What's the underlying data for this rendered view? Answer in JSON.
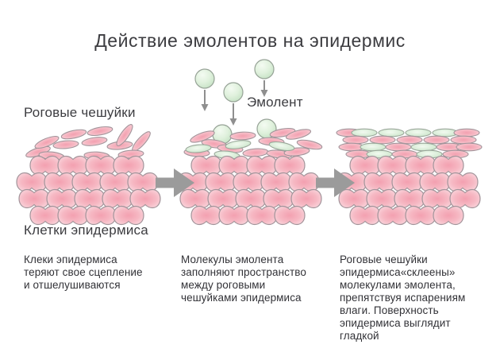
{
  "title": "Действие эмолентов на эпидермис",
  "labels": {
    "horny_scales": "Роговые чешуйки",
    "emollient": "Эмолент",
    "epidermis_cells": "Клетки эпидермиса"
  },
  "captions": {
    "step1": "Клеки эпидермиса\nтеряют свое сцепление\nи отшелушиваются",
    "step2": "Молекулы эмолента\nзаполняют пространство\nмежду роговыми\nчешуйками эпидермиса",
    "step3": "Роговые чешуйки\nэпидермиса«склеены»\nмолекулами эмолента,\nпрепятствуя испарениям\nвлаги. Поверхность\nэпидермиса выглядит\nгладкой"
  },
  "colors": {
    "cell_pink": "#f3a3b2",
    "cell_pink_light": "#fad6dd",
    "emollient_green": "#cde7cc",
    "emollient_green_light": "#f2faf0",
    "outline_gray": "#a0939a",
    "arrow_gray": "#9b9b9b",
    "text_dark": "#3c3c40"
  }
}
